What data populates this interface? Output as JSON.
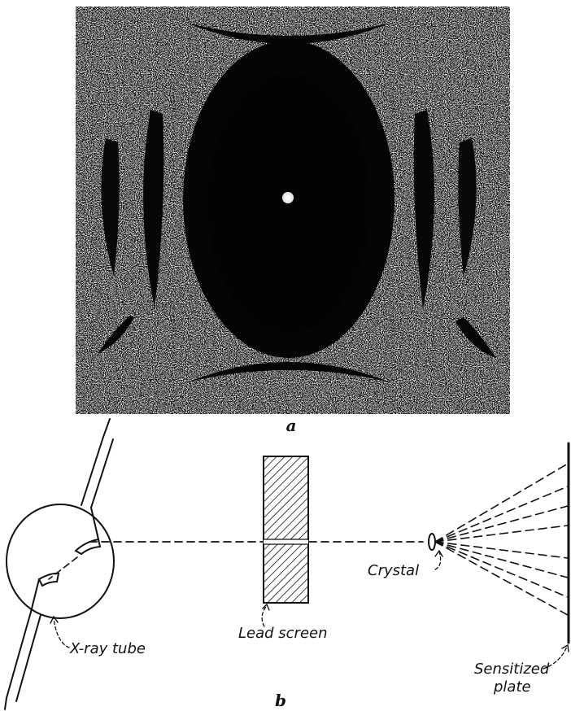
{
  "panels": {
    "photo_label": "a",
    "diagram_label": "b"
  },
  "callouts": {
    "xray_tube": "X-ray tube",
    "lead_screen": "Lead screen",
    "crystal": "Crystal",
    "sensitized_plate_line1": "Sensitized",
    "sensitized_plate_line2": "plate"
  },
  "colors": {
    "ink": "#111111",
    "photo_background": "#0b0b0b",
    "speckle": "#cfcfcf"
  }
}
